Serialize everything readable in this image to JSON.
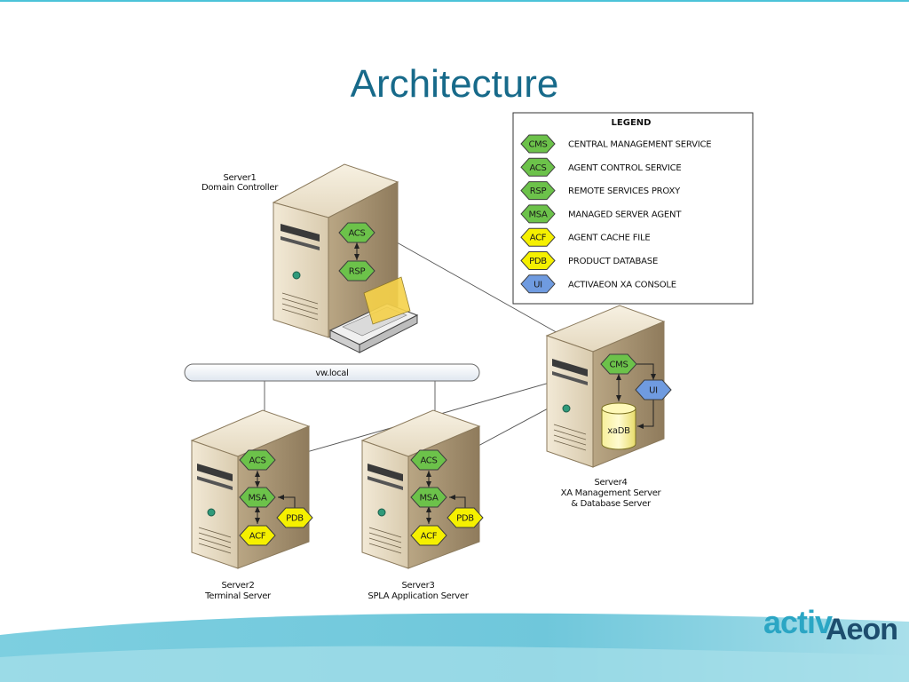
{
  "slide": {
    "title": "Architecture"
  },
  "legend": {
    "title": "LEGEND",
    "items": [
      {
        "abbr": "CMS",
        "label": "CENTRAL MANAGEMENT SERVICE",
        "color": "#6cc24a"
      },
      {
        "abbr": "ACS",
        "label": "AGENT CONTROL SERVICE",
        "color": "#6cc24a"
      },
      {
        "abbr": "RSP",
        "label": "REMOTE SERVICES PROXY",
        "color": "#6cc24a"
      },
      {
        "abbr": "MSA",
        "label": "MANAGED SERVER AGENT",
        "color": "#6cc24a"
      },
      {
        "abbr": "ACF",
        "label": "AGENT CACHE FILE",
        "color": "#f5f000"
      },
      {
        "abbr": "PDB",
        "label": "PRODUCT DATABASE",
        "color": "#f5f000"
      },
      {
        "abbr": "UI",
        "label": "ACTIVAEON XA CONSOLE",
        "color": "#6f9be0"
      }
    ]
  },
  "network": {
    "label": "vw.local"
  },
  "servers": {
    "server1": {
      "name": "Server1",
      "role": "Domain Controller"
    },
    "server2": {
      "name": "Server2",
      "role": "Terminal Server"
    },
    "server3": {
      "name": "Server3",
      "role": "SPLA Application Server"
    },
    "server4": {
      "name": "Server4",
      "role1": "XA Management Server",
      "role2": "& Database Server"
    }
  },
  "components": {
    "acs": "ACS",
    "rsp": "RSP",
    "cms": "CMS",
    "msa": "MSA",
    "pdb": "PDB",
    "acf": "ACF",
    "ui": "UI",
    "xadb": "xaDB"
  },
  "logo": {
    "part1": "activ",
    "part2": "Aeon"
  },
  "colors": {
    "title": "#176a8a",
    "green_hex": "#6cc24a",
    "yellow_hex": "#f5f000",
    "blue_hex": "#6f9be0",
    "wave": "#7dcfe0"
  }
}
